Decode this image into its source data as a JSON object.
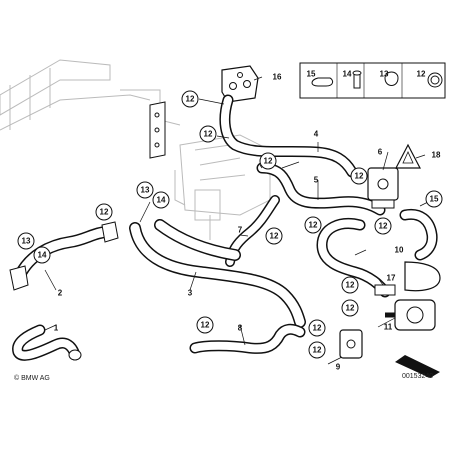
{
  "callouts": {
    "c1": "1",
    "c2": "2",
    "c3": "3",
    "c4": "4",
    "c5": "5",
    "c6": "6",
    "c7": "7",
    "c8": "8",
    "c9": "9",
    "c10": "10",
    "c11": "11",
    "c12": "12",
    "c13": "13",
    "c14": "14",
    "c15": "15",
    "c16": "16",
    "c17": "17",
    "c18": "18"
  },
  "footer": {
    "brand": "© BMW AG",
    "doc_number": "00153240"
  }
}
